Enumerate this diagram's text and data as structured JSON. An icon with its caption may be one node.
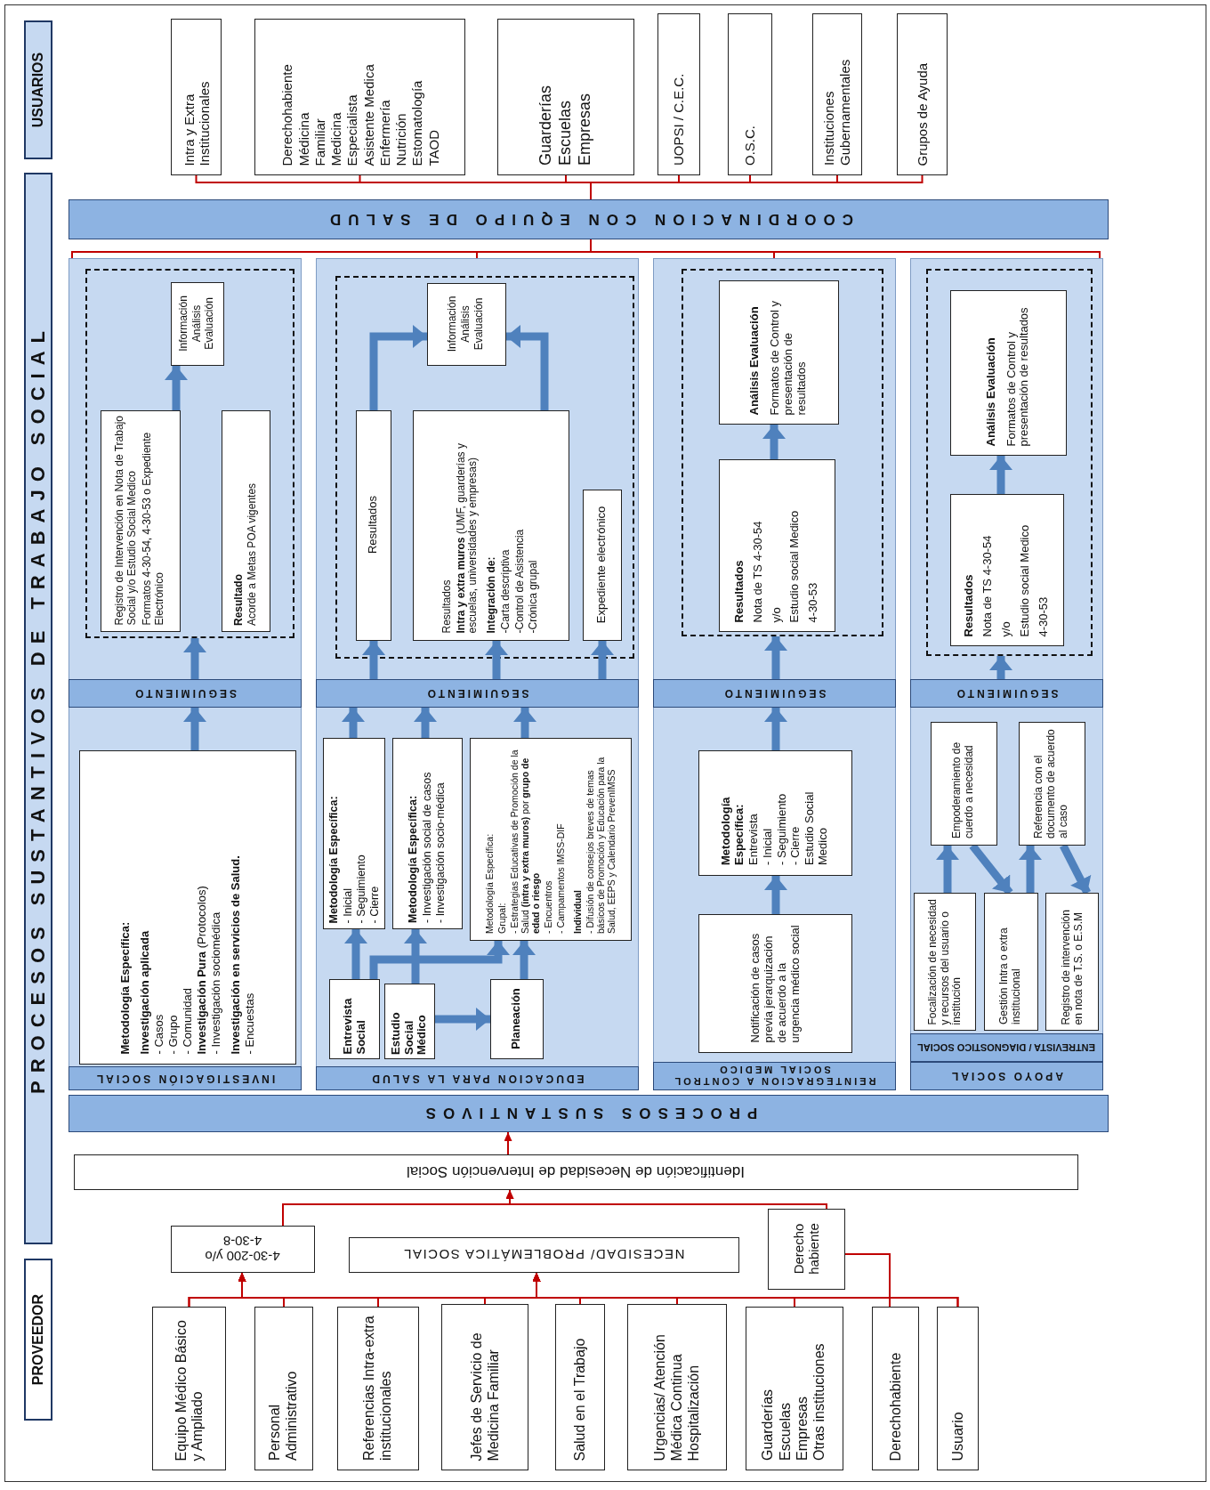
{
  "diagram": {
    "nodes": [
      {
        "text": [
          "USUARIOS"
        ]
      },
      {
        "text": [
          "PROCESOS SUSTANTIVOS DE TRABAJO SOCIAL"
        ]
      },
      {
        "text": [
          "PROVEEDOR"
        ]
      },
      {
        "text": [
          "Intra y Extra Institucionales"
        ]
      },
      {
        "text": [
          "Derechohabiente",
          "Médicina",
          "Familiar",
          "Medicina",
          "Especialista",
          "Asistente Medica",
          "Enfermería",
          "Nutrición",
          "Estomatología",
          "TAOD"
        ]
      },
      {
        "text": [
          "Guarderías",
          "Escuelas",
          "Empresas"
        ]
      },
      {
        "text": [
          "UOPSI / C.E.C."
        ]
      },
      {
        "text": [
          "O.S.C."
        ]
      },
      {
        "text": [
          "Instituciones Gubernamentales"
        ]
      },
      {
        "text": [
          "Grupos de Ayuda"
        ]
      },
      {
        "text": [
          "COORDINACION CON EQUIPO DE SALUD"
        ]
      },
      {
        "text": [],
        "shape": "box"
      },
      {
        "text": [
          "Metodología Específica:",
          "Investigación aplicada",
          "- Casos",
          "- Grupo",
          "- Comunidad",
          "**Investigación Pura** (Protocolos)",
          "- Investigación sociomédica",
          "Investigación en servicios de Salud.",
          "- Encuestas"
        ],
        "in": 11
      },
      {
        "text": [
          "SEGUIMIENTO"
        ],
        "in": 11
      },
      {
        "text": [],
        "shape": "box",
        "in": 11
      },
      {
        "text": [
          "Registro de Intervención en Nota de Trabajo Social y/o Estudio Social Medico",
          "Formatos 4-30-54, 4-30-53 o Expediente Electrónico"
        ],
        "in": 14
      },
      {
        "text": [
          "Resultado",
          "Acorde a Metas POA vigentes"
        ],
        "in": 14
      },
      {
        "text": [
          "Información",
          "Análisis",
          "Evaluación"
        ],
        "in": 14
      },
      {
        "text": [],
        "shape": "box"
      },
      {
        "text": [
          "Entrevista Social"
        ],
        "in": 18
      },
      {
        "text": [
          "Estudio Social Médico"
        ],
        "in": 18
      },
      {
        "text": [
          "Planeación"
        ],
        "in": 18
      },
      {
        "text": [
          "Metodología Específica:",
          "- Inicial",
          "- Seguimiento",
          "- Cierre"
        ],
        "in": 18
      },
      {
        "text": [
          "Metodología Específica:",
          "- Investigación social de casos",
          "- Investigación socio-médica"
        ],
        "in": 18
      },
      {
        "text": [
          "Metodología Específica:",
          "Grupal:",
          "- Estrategias Educativas de Promoción de la Salud **(intra y extra muros)** por **grupo de edad o riesgo**",
          "- Encuentros",
          "- Campamentos IMSS-DIF",
          "Individual",
          "- Difusión de consejos breves de temas básicos de Promoción y Educación para la Salud, EEPS y Calendario PrevenIMSS"
        ],
        "in": 18
      },
      {
        "text": [
          "SEGUIMIENTO"
        ],
        "in": 18
      },
      {
        "text": [],
        "shape": "box",
        "in": 18
      },
      {
        "text": [
          "Resultados"
        ],
        "in": 26
      },
      {
        "text": [
          "Resultados",
          "**Intra y extra muros** (UMF, guarderías y escuelas, universidades y empresas)",
          "Integración de:",
          "-Carta descriptiva",
          "-Control de Asistencia",
          "-Crónica grupal"
        ],
        "in": 26
      },
      {
        "text": [
          "Expediente electrónico"
        ],
        "in": 26
      },
      {
        "text": [
          "Información",
          "Análisis",
          "Evaluación"
        ],
        "in": 26
      },
      {
        "text": [],
        "shape": "box"
      },
      {
        "text": [
          "Notificación de casos previa jerarquización de acuerdo a la urgencia médico social"
        ],
        "in": 31
      },
      {
        "text": [
          "Metodología Específica:",
          "Entrevista",
          "- Inicial",
          "- Seguimiento",
          "- Cierre",
          "Estudio Social Medico"
        ],
        "in": 31
      },
      {
        "text": [
          "SEGUIMIENTO"
        ],
        "in": 31
      },
      {
        "text": [],
        "shape": "box",
        "in": 31
      },
      {
        "text": [
          "Resultados",
          "Nota de TS 4-30-54",
          "y/o",
          "Estudio social Medico",
          "4-30-53"
        ],
        "in": 35
      },
      {
        "text": [
          "Análisis Evaluación",
          "Formatos de Control y presentación de resultados"
        ],
        "in": 35
      },
      {
        "text": [],
        "shape": "box"
      },
      {
        "text": [
          "ENTREVISTA / DIAGNOSTICO SOCIAL"
        ],
        "in": 38
      },
      {
        "text": [
          "Focalización de necesidad y recursos del usuario o institución"
        ],
        "in": 38
      },
      {
        "text": [
          "Gestión Intra o extra institucional"
        ],
        "in": 38
      },
      {
        "text": [
          "Registro de intervención en nota de T.S. o E.S.M"
        ],
        "in": 38
      },
      {
        "text": [
          "Empoderamiento de cuerdo a necesidad"
        ],
        "in": 38
      },
      {
        "text": [
          "Referencia con el documento de acuerdo al caso"
        ],
        "in": 38
      },
      {
        "text": [
          "SEGUIMIENTO"
        ],
        "in": 38
      },
      {
        "text": [],
        "shape": "box",
        "in": 38
      },
      {
        "text": [
          "Resultados",
          "Nota de TS 4-30-54",
          "y/o",
          "Estudio social Medico",
          "4-30-53"
        ],
        "in": 46
      },
      {
        "text": [
          "Análisis Evaluación",
          "Formatos de Control y presentación de resultados"
        ],
        "in": 46
      },
      {
        "text": [
          "PROCESOS SUSTANTIVOS"
        ]
      },
      {
        "text": [
          "Identificación de Necesidad de Intervención Social"
        ]
      },
      {
        "text": [
          "4-30-200 y/o 4-30-8"
        ]
      },
      {
        "text": [
          "NECESIDAD/ PROBLEMÁTICA SOCIAL"
        ]
      },
      {
        "text": [
          "Derecho habiente"
        ]
      },
      {
        "text": [
          "Equipo Médico Básico y Ampliado"
        ]
      },
      {
        "text": [
          "Personal Administrativo"
        ]
      },
      {
        "text": [
          "Referencias Intra-extra institucionales"
        ]
      },
      {
        "text": [
          "Jefes de Servicio de Medicina Familiar"
        ]
      },
      {
        "text": [
          "Salud en el Trabajo"
        ]
      },
      {
        "text": [
          "Urgencias/ Atención Médica Continua",
          "Hospitalización"
        ]
      },
      {
        "text": [
          "Guarderías",
          "Escuelas",
          "Empresas",
          "Otras instituciones"
        ]
      },
      {
        "text": [
          "Derechohabiente"
        ]
      },
      {
        "text": [
          "Usuario"
        ]
      },
      {
        "text": [
          "INVESTIGACIÓN SOCIAL"
        ],
        "in": 11
      },
      {
        "text": [
          "EDUCACION PARA LA SALUD"
        ],
        "in": 18
      },
      {
        "text": [
          "REINTEGRACION A CONTROL SOCIAL MEDICO"
        ],
        "in": 31
      },
      {
        "text": [
          "APOYO SOCIAL"
        ],
        "in": 38
      }
    ],
    "edges": [
      {
        "from": 3,
        "to": 10,
        "arrow": "none"
      },
      {
        "from": 4,
        "to": 10,
        "arrow": "none"
      },
      {
        "from": 5,
        "to": 10,
        "arrow": "none"
      },
      {
        "from": 6,
        "to": 10,
        "arrow": "none"
      },
      {
        "from": 7,
        "to": 10,
        "arrow": "none"
      },
      {
        "from": 8,
        "to": 10,
        "arrow": "none"
      },
      {
        "from": 9,
        "to": 10,
        "arrow": "none"
      },
      {
        "from": 10,
        "to": 11,
        "arrow": "none"
      },
      {
        "from": 10,
        "to": 18,
        "arrow": "none"
      },
      {
        "from": 10,
        "to": 31,
        "arrow": "none"
      },
      {
        "from": 10,
        "to": 38,
        "arrow": "none"
      },
      {
        "from": 12,
        "to": 13,
        "arrow": "to",
        "style": "thick",
        "color": "#4f81bd"
      },
      {
        "from": 13,
        "to": 14,
        "arrow": "to",
        "style": "thick",
        "color": "#4f81bd"
      },
      {
        "from": 15,
        "to": 17,
        "arrow": "to",
        "style": "thick",
        "color": "#4f81bd"
      },
      {
        "from": 19,
        "to": 22,
        "arrow": "to",
        "style": "thick",
        "color": "#4f81bd"
      },
      {
        "from": 20,
        "to": 23,
        "arrow": "to",
        "style": "thick",
        "color": "#4f81bd"
      },
      {
        "from": 20,
        "to": 21,
        "arrow": "to",
        "style": "thick",
        "color": "#4f81bd"
      },
      {
        "from": 19,
        "to": 24,
        "arrow": "to",
        "style": "thick",
        "color": "#4f81bd"
      },
      {
        "from": 21,
        "to": 24,
        "arrow": "to",
        "style": "thick",
        "color": "#4f81bd"
      },
      {
        "from": 22,
        "to": 25,
        "arrow": "to",
        "style": "thick",
        "color": "#4f81bd"
      },
      {
        "from": 23,
        "to": 25,
        "arrow": "to",
        "style": "thick",
        "color": "#4f81bd"
      },
      {
        "from": 24,
        "to": 25,
        "arrow": "to",
        "style": "thick",
        "color": "#4f81bd"
      },
      {
        "from": 25,
        "to": 27,
        "arrow": "to",
        "style": "thick",
        "color": "#4f81bd"
      },
      {
        "from": 25,
        "to": 28,
        "arrow": "to",
        "style": "thick",
        "color": "#4f81bd"
      },
      {
        "from": 25,
        "to": 29,
        "arrow": "to",
        "style": "thick",
        "color": "#4f81bd"
      },
      {
        "from": 27,
        "to": 30,
        "arrow": "to",
        "style": "thick",
        "color": "#4f81bd"
      },
      {
        "from": 28,
        "to": 30,
        "arrow": "to",
        "style": "thick",
        "color": "#4f81bd"
      },
      {
        "from": 32,
        "to": 33,
        "arrow": "to",
        "style": "thick",
        "color": "#4f81bd"
      },
      {
        "from": 33,
        "to": 34,
        "arrow": "to",
        "style": "thick",
        "color": "#4f81bd"
      },
      {
        "from": 34,
        "to": 35,
        "arrow": "to",
        "style": "thick",
        "color": "#4f81bd"
      },
      {
        "from": 36,
        "to": 37,
        "arrow": "to",
        "style": "thick",
        "color": "#4f81bd"
      },
      {
        "from": 40,
        "to": 43,
        "arrow": "to",
        "style": "thick",
        "color": "#4f81bd"
      },
      {
        "from": 43,
        "to": 41,
        "arrow": "to",
        "style": "thick",
        "color": "#4f81bd"
      },
      {
        "from": 41,
        "to": 44,
        "arrow": "to",
        "style": "thick",
        "color": "#4f81bd"
      },
      {
        "from": 44,
        "to": 42,
        "arrow": "to",
        "style": "thick",
        "color": "#4f81bd"
      },
      {
        "from": 45,
        "to": 46,
        "arrow": "to",
        "style": "thick",
        "color": "#4f81bd"
      },
      {
        "from": 47,
        "to": 48,
        "arrow": "to",
        "style": "thick",
        "color": "#4f81bd"
      },
      {
        "from": 50,
        "to": 49,
        "arrow": "to"
      },
      {
        "from": 51,
        "to": 50,
        "arrow": "to"
      },
      {
        "from": 53,
        "to": 50,
        "arrow": "to"
      },
      {
        "from": 54,
        "to": 51,
        "arrow": "to"
      },
      {
        "from": 55,
        "to": 51,
        "arrow": "to"
      },
      {
        "from": 56,
        "to": 51,
        "arrow": "to"
      },
      {
        "from": 57,
        "to": 51,
        "arrow": "to"
      },
      {
        "from": 58,
        "to": 51,
        "arrow": "to"
      },
      {
        "from": 59,
        "to": 51,
        "arrow": "to"
      },
      {
        "from": 60,
        "to": 51,
        "arrow": "to"
      },
      {
        "from": 62,
        "to": 51,
        "arrow": "to"
      },
      {
        "from": 54,
        "to": 52,
        "arrow": "to"
      },
      {
        "from": 55,
        "to": 52,
        "arrow": "to"
      },
      {
        "from": 56,
        "to": 52,
        "arrow": "to"
      },
      {
        "from": 57,
        "to": 52,
        "arrow": "to"
      },
      {
        "from": 58,
        "to": 52,
        "arrow": "to"
      },
      {
        "from": 59,
        "to": 52,
        "arrow": "to"
      },
      {
        "from": 60,
        "to": 52,
        "arrow": "to"
      },
      {
        "from": 62,
        "to": 52,
        "arrow": "to"
      },
      {
        "from": 61,
        "to": 53,
        "arrow": "none"
      }
    ]
  }
}
